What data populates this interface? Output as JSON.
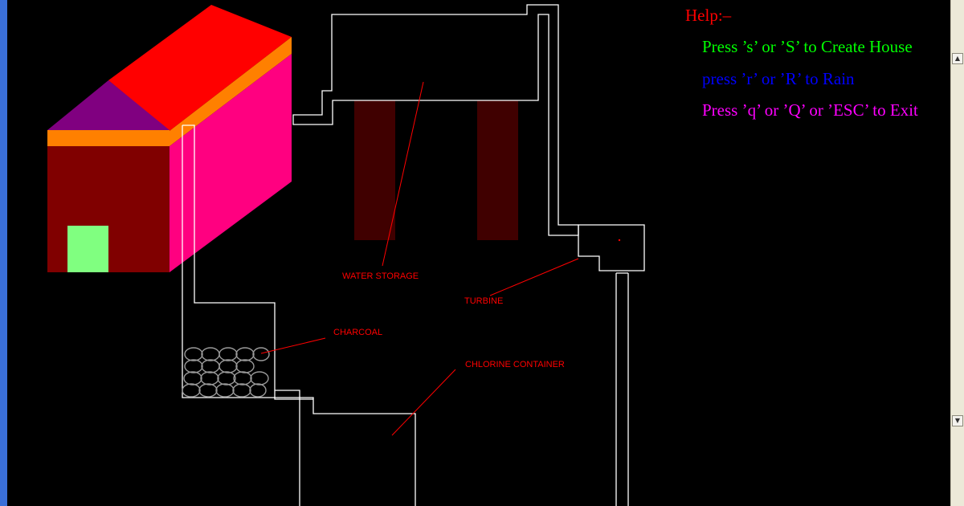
{
  "help": {
    "title": "Help:–",
    "line1": "Press ’s’ or ’S’ to Create House",
    "line2": "press ’r’ or ’R’ to Rain",
    "line3": "Press ’q’ or ’Q’ or ’ESC’ to Exit"
  },
  "labels": {
    "water_storage": "WATER STORAGE",
    "turbine": "TURBINE",
    "charcoal": "CHARCOAL",
    "chlorine": "CHLORINE CONTAINER"
  },
  "colors": {
    "help_title": "#ff0000",
    "help_line1": "#00ff00",
    "help_line2": "#0000ff",
    "help_line3": "#ff00ff",
    "roof": "#ff0000",
    "roof_trim": "#ff8000",
    "gable": "#800080",
    "front_wall": "#800000",
    "side_wall": "#ff0080",
    "door": "#80ff80",
    "storage_column": "#400000",
    "pipe": "#ffffff",
    "label": "#ff0000"
  },
  "scrollbar": {
    "up_icon": "▲",
    "down_icon": "▼"
  }
}
